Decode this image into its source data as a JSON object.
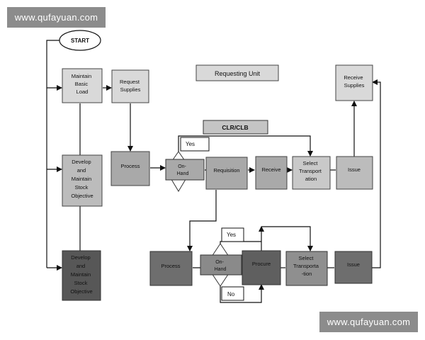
{
  "watermarks": {
    "top": "www.qufayuan.com",
    "bottom": "www.qufayuan.com"
  },
  "nodes": {
    "start": "START",
    "maintain_basic_load": [
      "Maintain",
      "Basic",
      "Load"
    ],
    "request_supplies": [
      "Request",
      "Supplies"
    ],
    "requesting_unit": "Requesting Unit",
    "receive_supplies": [
      "Receive",
      "Supplies"
    ],
    "clr_clb": "CLR/CLB",
    "yes_top": "Yes",
    "develop_maintain_1": [
      "Develop",
      "and",
      "Maintain",
      "Stock",
      "Objective"
    ],
    "process_1": "Process",
    "on_hand_1": [
      "On-",
      "Hand"
    ],
    "requisition": "Requisition",
    "receive": "Receive",
    "select_transport_1": [
      "Select",
      "Transport",
      "ation"
    ],
    "issue_1": "Issue",
    "yes_bottom": "Yes",
    "develop_maintain_2": [
      "Develop",
      "and",
      "Maintain",
      "Stock",
      "Objective"
    ],
    "process_2": "Process",
    "on_hand_2": [
      "On-",
      "Hand"
    ],
    "procure": "Procure",
    "select_transport_2": [
      "Select",
      "Transporta",
      "-tion"
    ],
    "issue_2": "Issue",
    "no": "No"
  }
}
